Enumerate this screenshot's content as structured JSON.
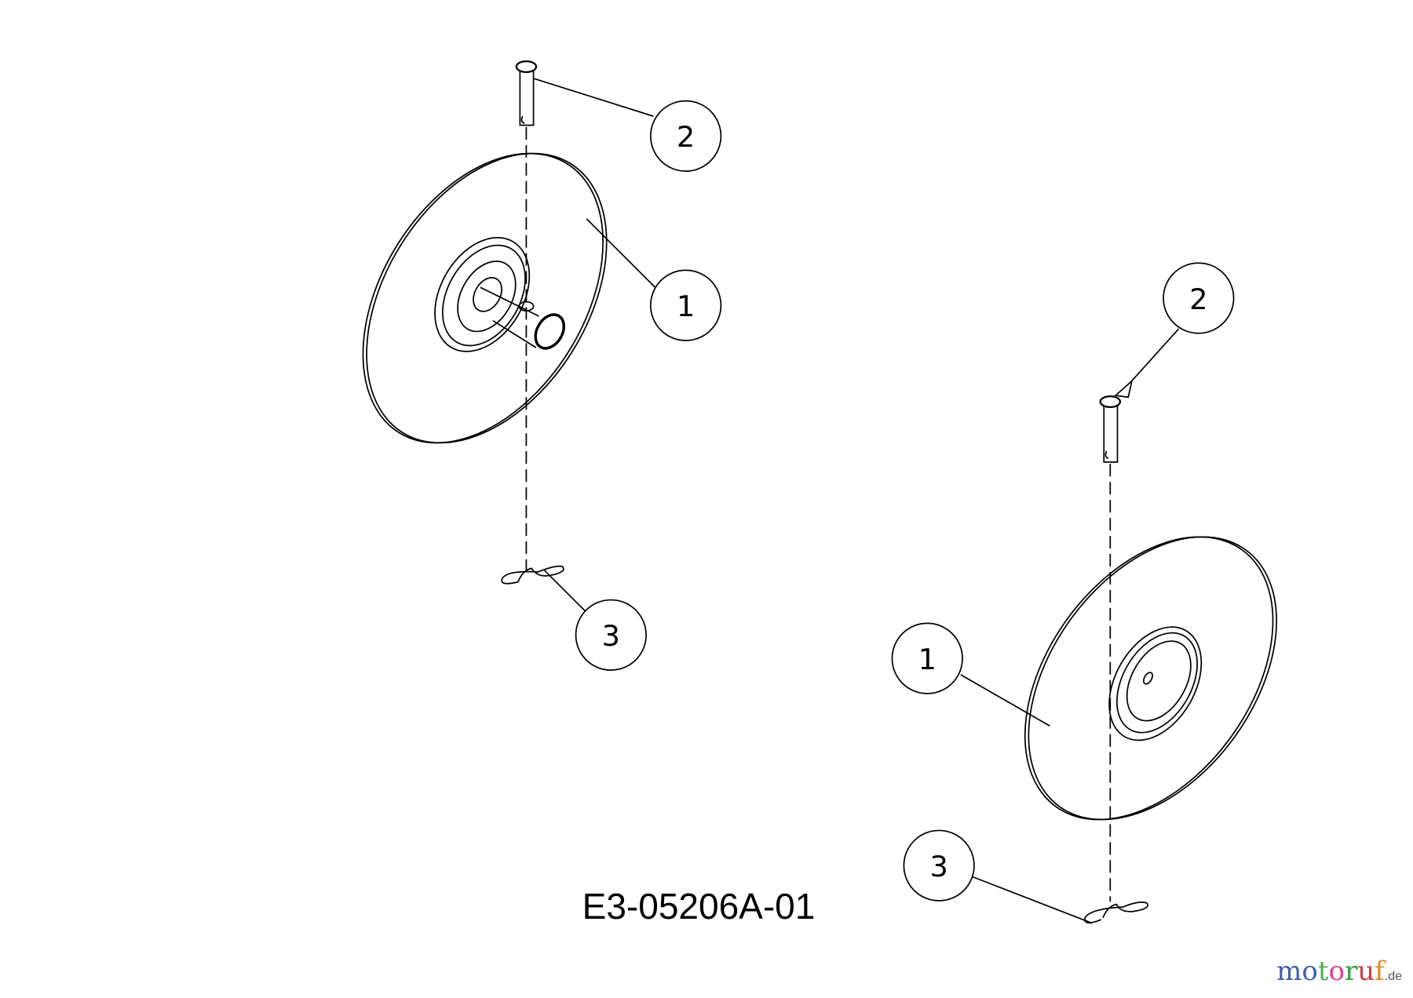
{
  "diagram": {
    "drawing_code": "E3-05206A-01",
    "callouts": [
      {
        "id": "left-pin",
        "label": "2"
      },
      {
        "id": "left-wheel",
        "label": "1"
      },
      {
        "id": "left-clip",
        "label": "3"
      },
      {
        "id": "right-pin",
        "label": "2"
      },
      {
        "id": "right-wheel",
        "label": "1"
      },
      {
        "id": "right-clip",
        "label": "3"
      }
    ]
  },
  "logo": {
    "text": "motoruf",
    "suffix": ".de",
    "letter_colors": [
      "#3b5fb0",
      "#3b5fb0",
      "#4caf50",
      "#e04090",
      "#2e9d3a",
      "#d04040",
      "#e08a20",
      "#f0c020"
    ]
  }
}
